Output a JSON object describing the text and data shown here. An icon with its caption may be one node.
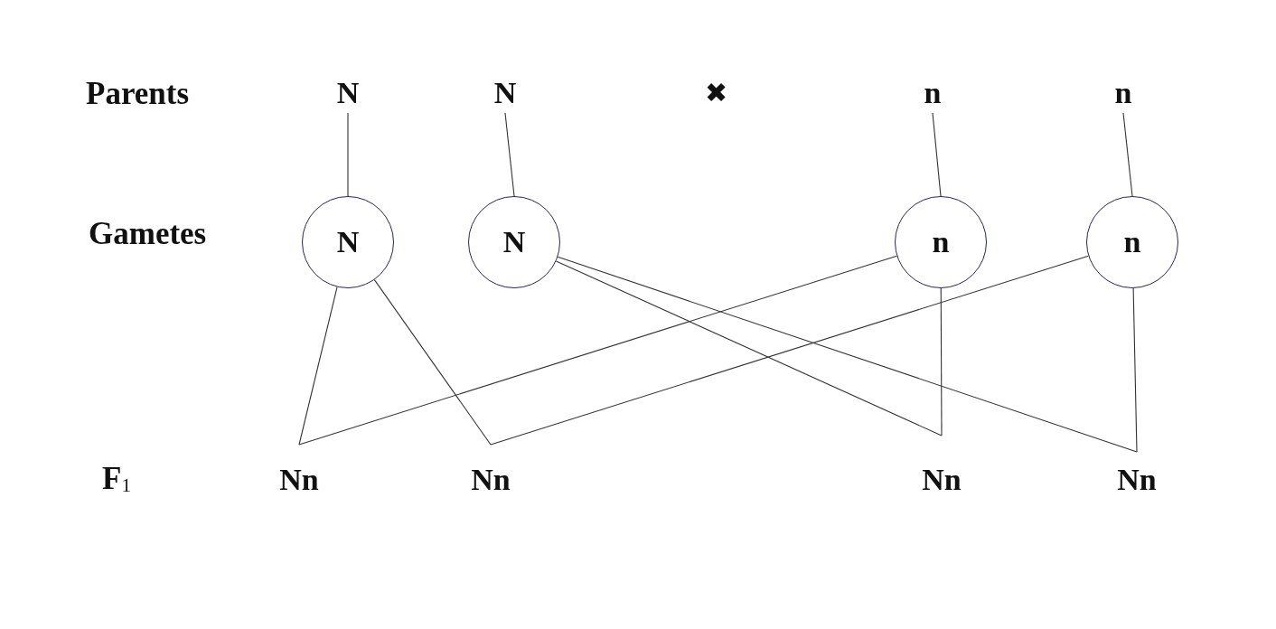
{
  "diagram": {
    "nodes": [
      {
        "text": [
          "N"
        ]
      },
      {
        "text": [
          "N"
        ]
      },
      {
        "text": [
          "n"
        ]
      },
      {
        "text": [
          "n"
        ]
      },
      {
        "text": [
          "N"
        ]
      },
      {
        "text": [
          "N"
        ]
      },
      {
        "text": [
          "n"
        ]
      },
      {
        "text": [
          "n"
        ]
      },
      {
        "text": [
          "Nn"
        ]
      },
      {
        "text": [
          "Nn"
        ]
      },
      {
        "text": [
          "Nn"
        ]
      },
      {
        "text": [
          "Nn"
        ]
      }
    ],
    "edges": [
      {
        "from": 0,
        "to": 4,
        "arrow": "none"
      },
      {
        "from": 1,
        "to": 5,
        "arrow": "none"
      },
      {
        "from": 2,
        "to": 6,
        "arrow": "none"
      },
      {
        "from": 3,
        "to": 7,
        "arrow": "none"
      },
      {
        "from": 4,
        "to": 8,
        "arrow": "none"
      },
      {
        "from": 6,
        "to": 8,
        "arrow": "none"
      },
      {
        "from": 4,
        "to": 9,
        "arrow": "none"
      },
      {
        "from": 7,
        "to": 9,
        "arrow": "none"
      },
      {
        "from": 5,
        "to": 10,
        "arrow": "none"
      },
      {
        "from": 6,
        "to": 10,
        "arrow": "none"
      },
      {
        "from": 5,
        "to": 11,
        "arrow": "none"
      },
      {
        "from": 7,
        "to": 11,
        "arrow": "none"
      }
    ],
    "labels": [
      "Parents",
      "✖",
      "Gametes",
      "F$_{1}$"
    ]
  }
}
